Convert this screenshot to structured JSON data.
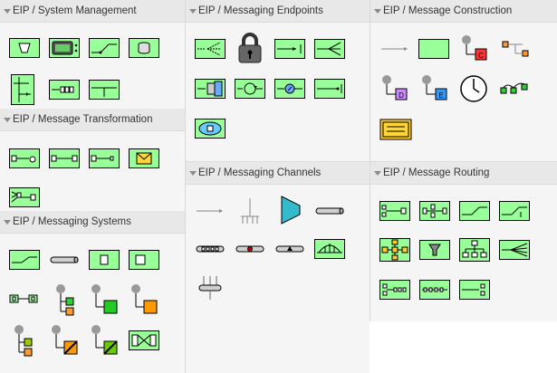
{
  "panels": {
    "system_management": "EIP / System Management",
    "message_transformation": "EIP / Message Transformation",
    "messaging_systems": "EIP / Messaging Systems",
    "messaging_endpoints": "EIP / Messaging Endpoints",
    "messaging_channels": "EIP / Messaging Channels",
    "message_construction": "EIP / Message Construction",
    "message_routing": "EIP / Message Routing"
  },
  "colors": {
    "shape_green": "#99ff99",
    "panel_bg": "#f5f5f5",
    "header_bg": "#e8e8e8"
  },
  "badges": {
    "c": "C",
    "d": "D",
    "e": "E"
  }
}
